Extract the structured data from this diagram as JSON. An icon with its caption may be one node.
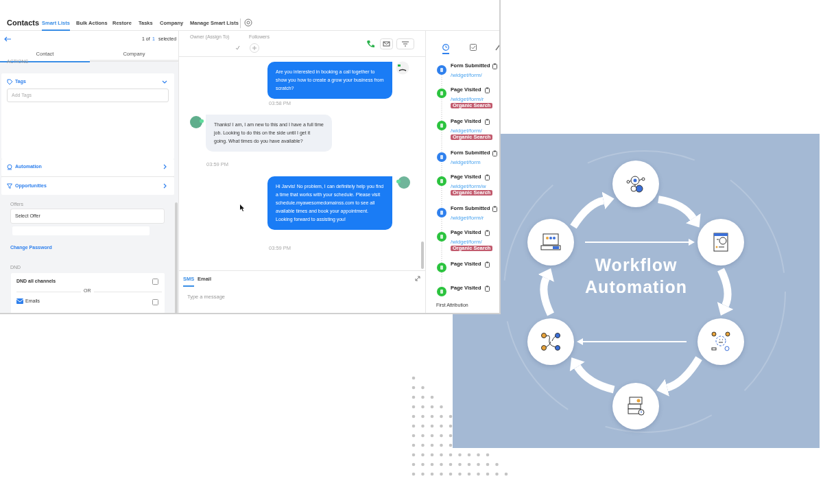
{
  "diagram": {
    "nodes": [
      {
        "text": [],
        "shape": "circle"
      },
      {
        "text": [],
        "shape": "circle"
      },
      {
        "text": [],
        "shape": "circle"
      },
      {
        "text": [],
        "shape": "circle"
      },
      {
        "text": [],
        "shape": "circle"
      },
      {
        "text": [],
        "shape": "circle"
      }
    ],
    "edges": [
      {
        "from": 1,
        "to": 0,
        "arrow": "to"
      },
      {
        "from": 0,
        "to": 2,
        "arrow": "to"
      },
      {
        "from": 1,
        "to": 2,
        "arrow": "to"
      },
      {
        "from": 2,
        "to": 4,
        "arrow": "to"
      },
      {
        "from": 4,
        "to": 5,
        "arrow": "to"
      },
      {
        "from": 4,
        "to": 3,
        "arrow": "to"
      },
      {
        "from": 5,
        "to": 3,
        "arrow": "to"
      },
      {
        "from": 3,
        "to": 1,
        "arrow": "to"
      }
    ],
    "labels": [
      "Contacts",
      "Smart Lists",
      "Bulk Actions",
      "Restore",
      "Tasks",
      "Company",
      "Manage Smart Lists",
      "1 of",
      "1",
      "selected",
      "Owner (Assign To)",
      "Followers",
      "Contact",
      "Company",
      "ACTIONS",
      "Tags",
      "Add Tags",
      "Automation",
      "Opportunities",
      "Offers",
      "Select Offer",
      "Change Password",
      "DND",
      "DND all channels",
      "OR",
      "Emails",
      "Are you interested in booking a call together to show you how to create a grow your business from scratch?",
      "03:58 PM",
      "Thanks! I am, I am new to this and I have a full time job. Looking to do this on the side until I get it going. What times do you have available?",
      "03:59 PM",
      "Hi Jarvis! No problem, I can definitely help you find a time that works with your schedule. Please visit schedule.myawesomedomainss.com to see all available times and book your appointment. Looking forward to assisting you!",
      "03:59 PM",
      "SMS",
      "Email",
      "Type a message",
      "Form Submitted",
      "/widget/form/",
      "Page Visited",
      "/widget/form/r",
      "Organic Search",
      "Page Visited",
      "/widget/form/",
      "Organic Search",
      "Form Submitted",
      "/widget/form",
      "Page Visited",
      "/widget/form/w",
      "Organic Search",
      "Form Submitted",
      "/widget/form/r",
      "Page Visited",
      "/widget/form/",
      "Organic Search",
      "Page Visited",
      "Page Visited",
      "First Attribution",
      "Workflow Automation"
    ]
  }
}
